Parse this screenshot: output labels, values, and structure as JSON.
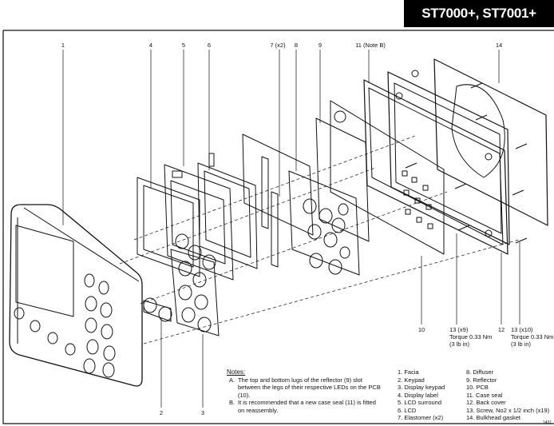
{
  "title": "ST7000+, ST7001+",
  "callouts": {
    "c1": "1",
    "c4": "4",
    "c5": "5",
    "c6": "6",
    "c7": "7 (x2)",
    "c8": "8",
    "c9": "9",
    "c11": "11 (Note B)",
    "c14": "14",
    "c2": "2",
    "c3": "3",
    "c10": "10",
    "c12": "12",
    "c13a": [
      "13 (x9)",
      "Torque 0.33 Nm",
      "(3 lb in)"
    ],
    "c13b": [
      "13 (x10)",
      "Torque 0.33 Nm",
      "(3 lb in)"
    ]
  },
  "notes": {
    "heading": "Notes:",
    "a_label": "A.",
    "a_text": "The top and bottom lugs of the reflector (9) slot between the legs of their respective LEDs on the PCB (10).",
    "b_label": "B.",
    "b_text": "It is recommended that a new case seal (11) is fitted on reassembly."
  },
  "key_left": [
    "1.   Facia",
    "2.   Keypad",
    "3.   Display keypad",
    "4.   Display label",
    "5.   LCD surround",
    "6.   LCD",
    "7.   Elastomer (x2)"
  ],
  "key_right": [
    "8.    Diffuser",
    "9.    Reflector",
    "10.  PCB",
    "11.  Case seal",
    "12.  Back cover",
    "13.  Screw, No2 x 1/2 inch (x19)",
    "14.  Bulkhead gasket"
  ],
  "page_id": "1431"
}
